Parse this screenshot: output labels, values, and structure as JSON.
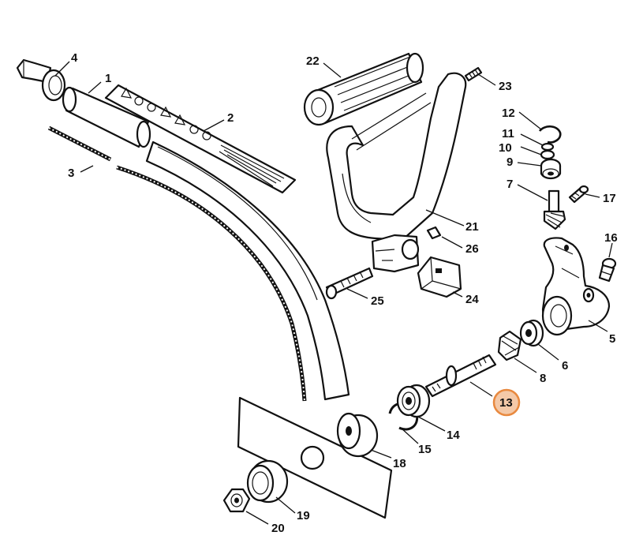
{
  "labels": {
    "p1": "1",
    "p2": "2",
    "p3": "3",
    "p4": "4",
    "p5": "5",
    "p6": "6",
    "p7": "7",
    "p8": "8",
    "p9": "9",
    "p10": "10",
    "p11": "11",
    "p12": "12",
    "p13": "13",
    "p14": "14",
    "p15": "15",
    "p16": "16",
    "p17": "17",
    "p18": "18",
    "p19": "19",
    "p20": "20",
    "p21": "21",
    "p22": "22",
    "p23": "23",
    "p24": "24",
    "p25": "25",
    "p26": "26"
  },
  "colors": {
    "highlight_fill": "#f4c9a8",
    "highlight_stroke": "#e8893f",
    "line": "#111111"
  }
}
